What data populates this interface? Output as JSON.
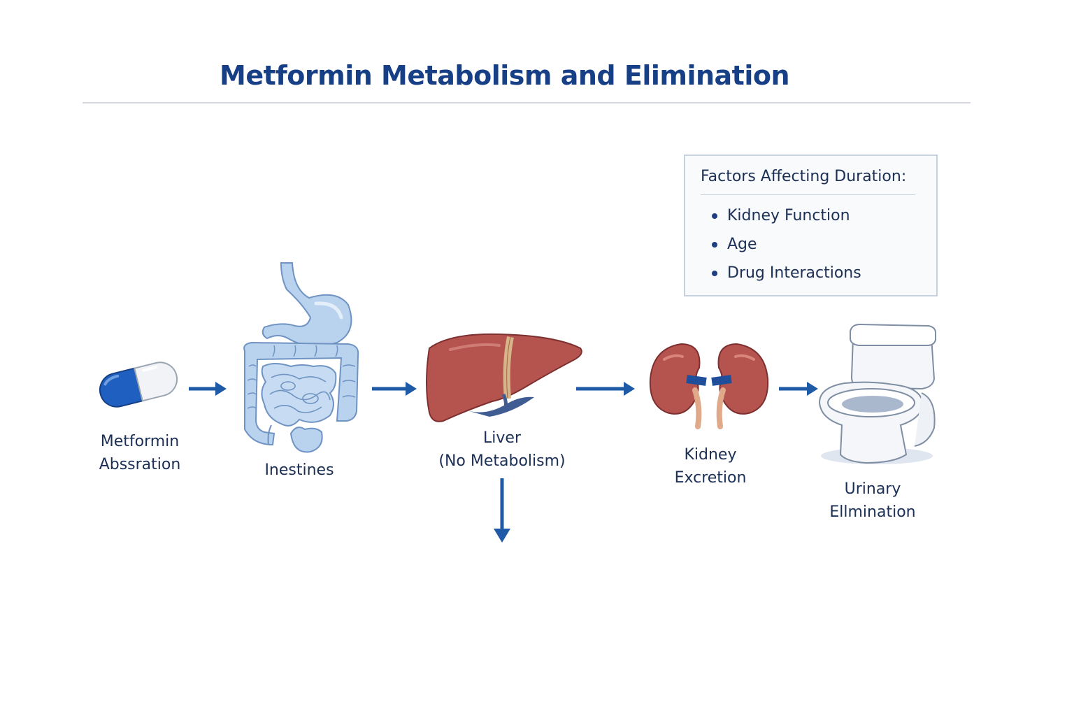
{
  "title": "Metformin Metabolism and Elimination",
  "factors": {
    "heading": "Factors  Affecting Duration:",
    "items": [
      "Kidney Function",
      "Age",
      "Drug Interactions"
    ]
  },
  "stages": [
    {
      "icon": "pill-capsule-icon",
      "line1": "Metformin",
      "line2": "Abssration"
    },
    {
      "icon": "intestines-icon",
      "line1": "Inestines",
      "line2": ""
    },
    {
      "icon": "liver-icon",
      "line1": "Liver",
      "line2": "(No Metabolism)"
    },
    {
      "icon": "kidneys-icon",
      "line1": "Kidney",
      "line2": "Excretion"
    },
    {
      "icon": "toilet-icon",
      "line1": "Urinary",
      "line2": "Ellmination"
    }
  ],
  "colors": {
    "title": "#173f86",
    "arrow": "#1e5aa6",
    "capsule_blue": "#1f5fbf",
    "organ_blue": "#b9d3ee",
    "liver_red": "#b5544e",
    "kidney_red": "#b5544e"
  }
}
